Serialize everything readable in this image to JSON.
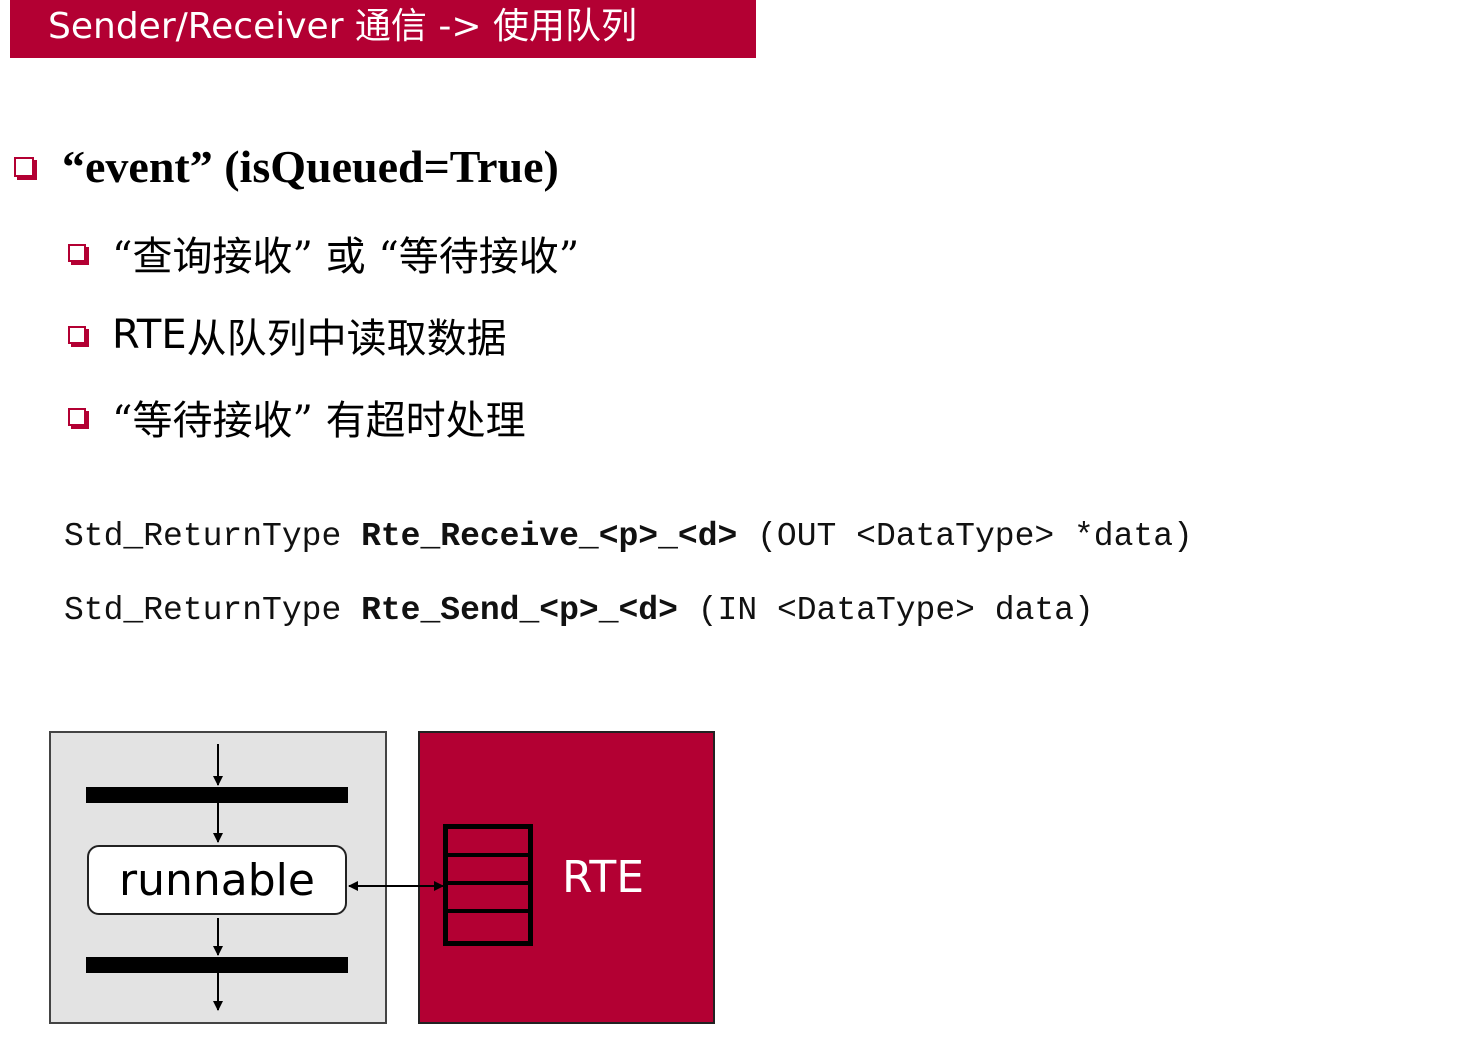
{
  "title": "Sender/Receiver 通信 -> 使用队列",
  "colors": {
    "accent": "#b30033",
    "component_bg": "#e3e3e3",
    "text": "#000000"
  },
  "bullets": {
    "main": "“event” (isQueued=True)",
    "sub": [
      {
        "text": "“查询接收” 或 “等待接收”"
      },
      {
        "latin": "RTE",
        "text": "从队列中读取数据"
      },
      {
        "text": "“等待接收” 有超时处理"
      }
    ]
  },
  "code": {
    "receive": {
      "return_type": "Std_ReturnType ",
      "function": "Rte_Receive_<p>_<d>",
      "params": " (OUT <DataType> *data)"
    },
    "send": {
      "return_type": "Std_ReturnType ",
      "function": "Rte_Send_<p>_<d>",
      "params": " (IN <DataType> data)"
    }
  },
  "diagram": {
    "runnable_label": "runnable",
    "rte_label": "RTE",
    "queue_slots": 4,
    "icons": [
      "bullet-square-icon",
      "arrow-down-icon",
      "double-arrow-icon",
      "queue-icon"
    ]
  }
}
